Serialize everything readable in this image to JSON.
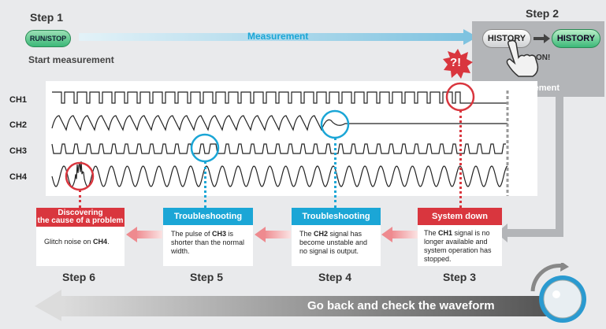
{
  "step1": {
    "label": "Step 1",
    "button": "RUN/STOP",
    "caption": "Start measurement"
  },
  "measurement": "Measurement",
  "step2": {
    "label": "Step 2",
    "button_left": "HISTORY",
    "button_right": "HISTORY",
    "on": "ON!",
    "stop": "Stop measurement",
    "alert": "?!"
  },
  "channels": [
    "CH1",
    "CH2",
    "CH3",
    "CH4"
  ],
  "cards": [
    {
      "title": "Discovering\nthe cause of a problem",
      "text": "Glitch noise on CH4.",
      "step": "Step 6",
      "color": "#d9363e"
    },
    {
      "title": "Troubleshooting",
      "text": "The pulse of CH3 is shorter than the normal width.",
      "step": "Step 5",
      "color": "#1ba6d6"
    },
    {
      "title": "Troubleshooting",
      "text": "The CH2 signal has become unstable and no signal is output.",
      "step": "Step 4",
      "color": "#1ba6d6"
    },
    {
      "title": "System down",
      "text": "The CH1 signal is no longer available and system operation has stopped.",
      "step": "Step 3",
      "color": "#d9363e"
    }
  ],
  "bottom": "Go back and check the waveform",
  "colors": {
    "red": "#d9363e",
    "cyan": "#1ba6d6",
    "green": "#3cb878"
  }
}
